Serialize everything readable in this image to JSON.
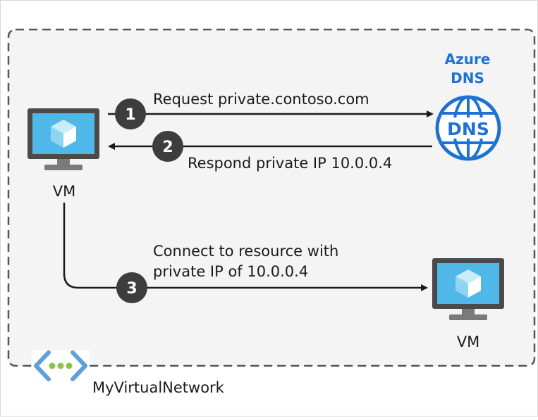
{
  "dns": {
    "title_line1": "Azure",
    "title_line2": "DNS",
    "icon_text": "DNS"
  },
  "vm_left": {
    "label": "VM"
  },
  "vm_right": {
    "label": "VM"
  },
  "steps": [
    {
      "number": "1",
      "text": "Request private.contoso.com"
    },
    {
      "number": "2",
      "text": "Respond private IP 10.0.0.4"
    },
    {
      "number": "3",
      "text_line1": "Connect to resource with",
      "text_line2": "private IP of 10.0.0.4"
    }
  ],
  "network": {
    "label": "MyVirtualNetwork"
  },
  "colors": {
    "accent_blue": "#1e72d4",
    "monitor_frame": "#4a4a4a",
    "cube_blue": "#50b8e8",
    "badge": "#3d3d3d",
    "dashed_border": "#555555",
    "vnet_chevron": "#5ea0d8",
    "vnet_dot": "#8bc34a"
  }
}
